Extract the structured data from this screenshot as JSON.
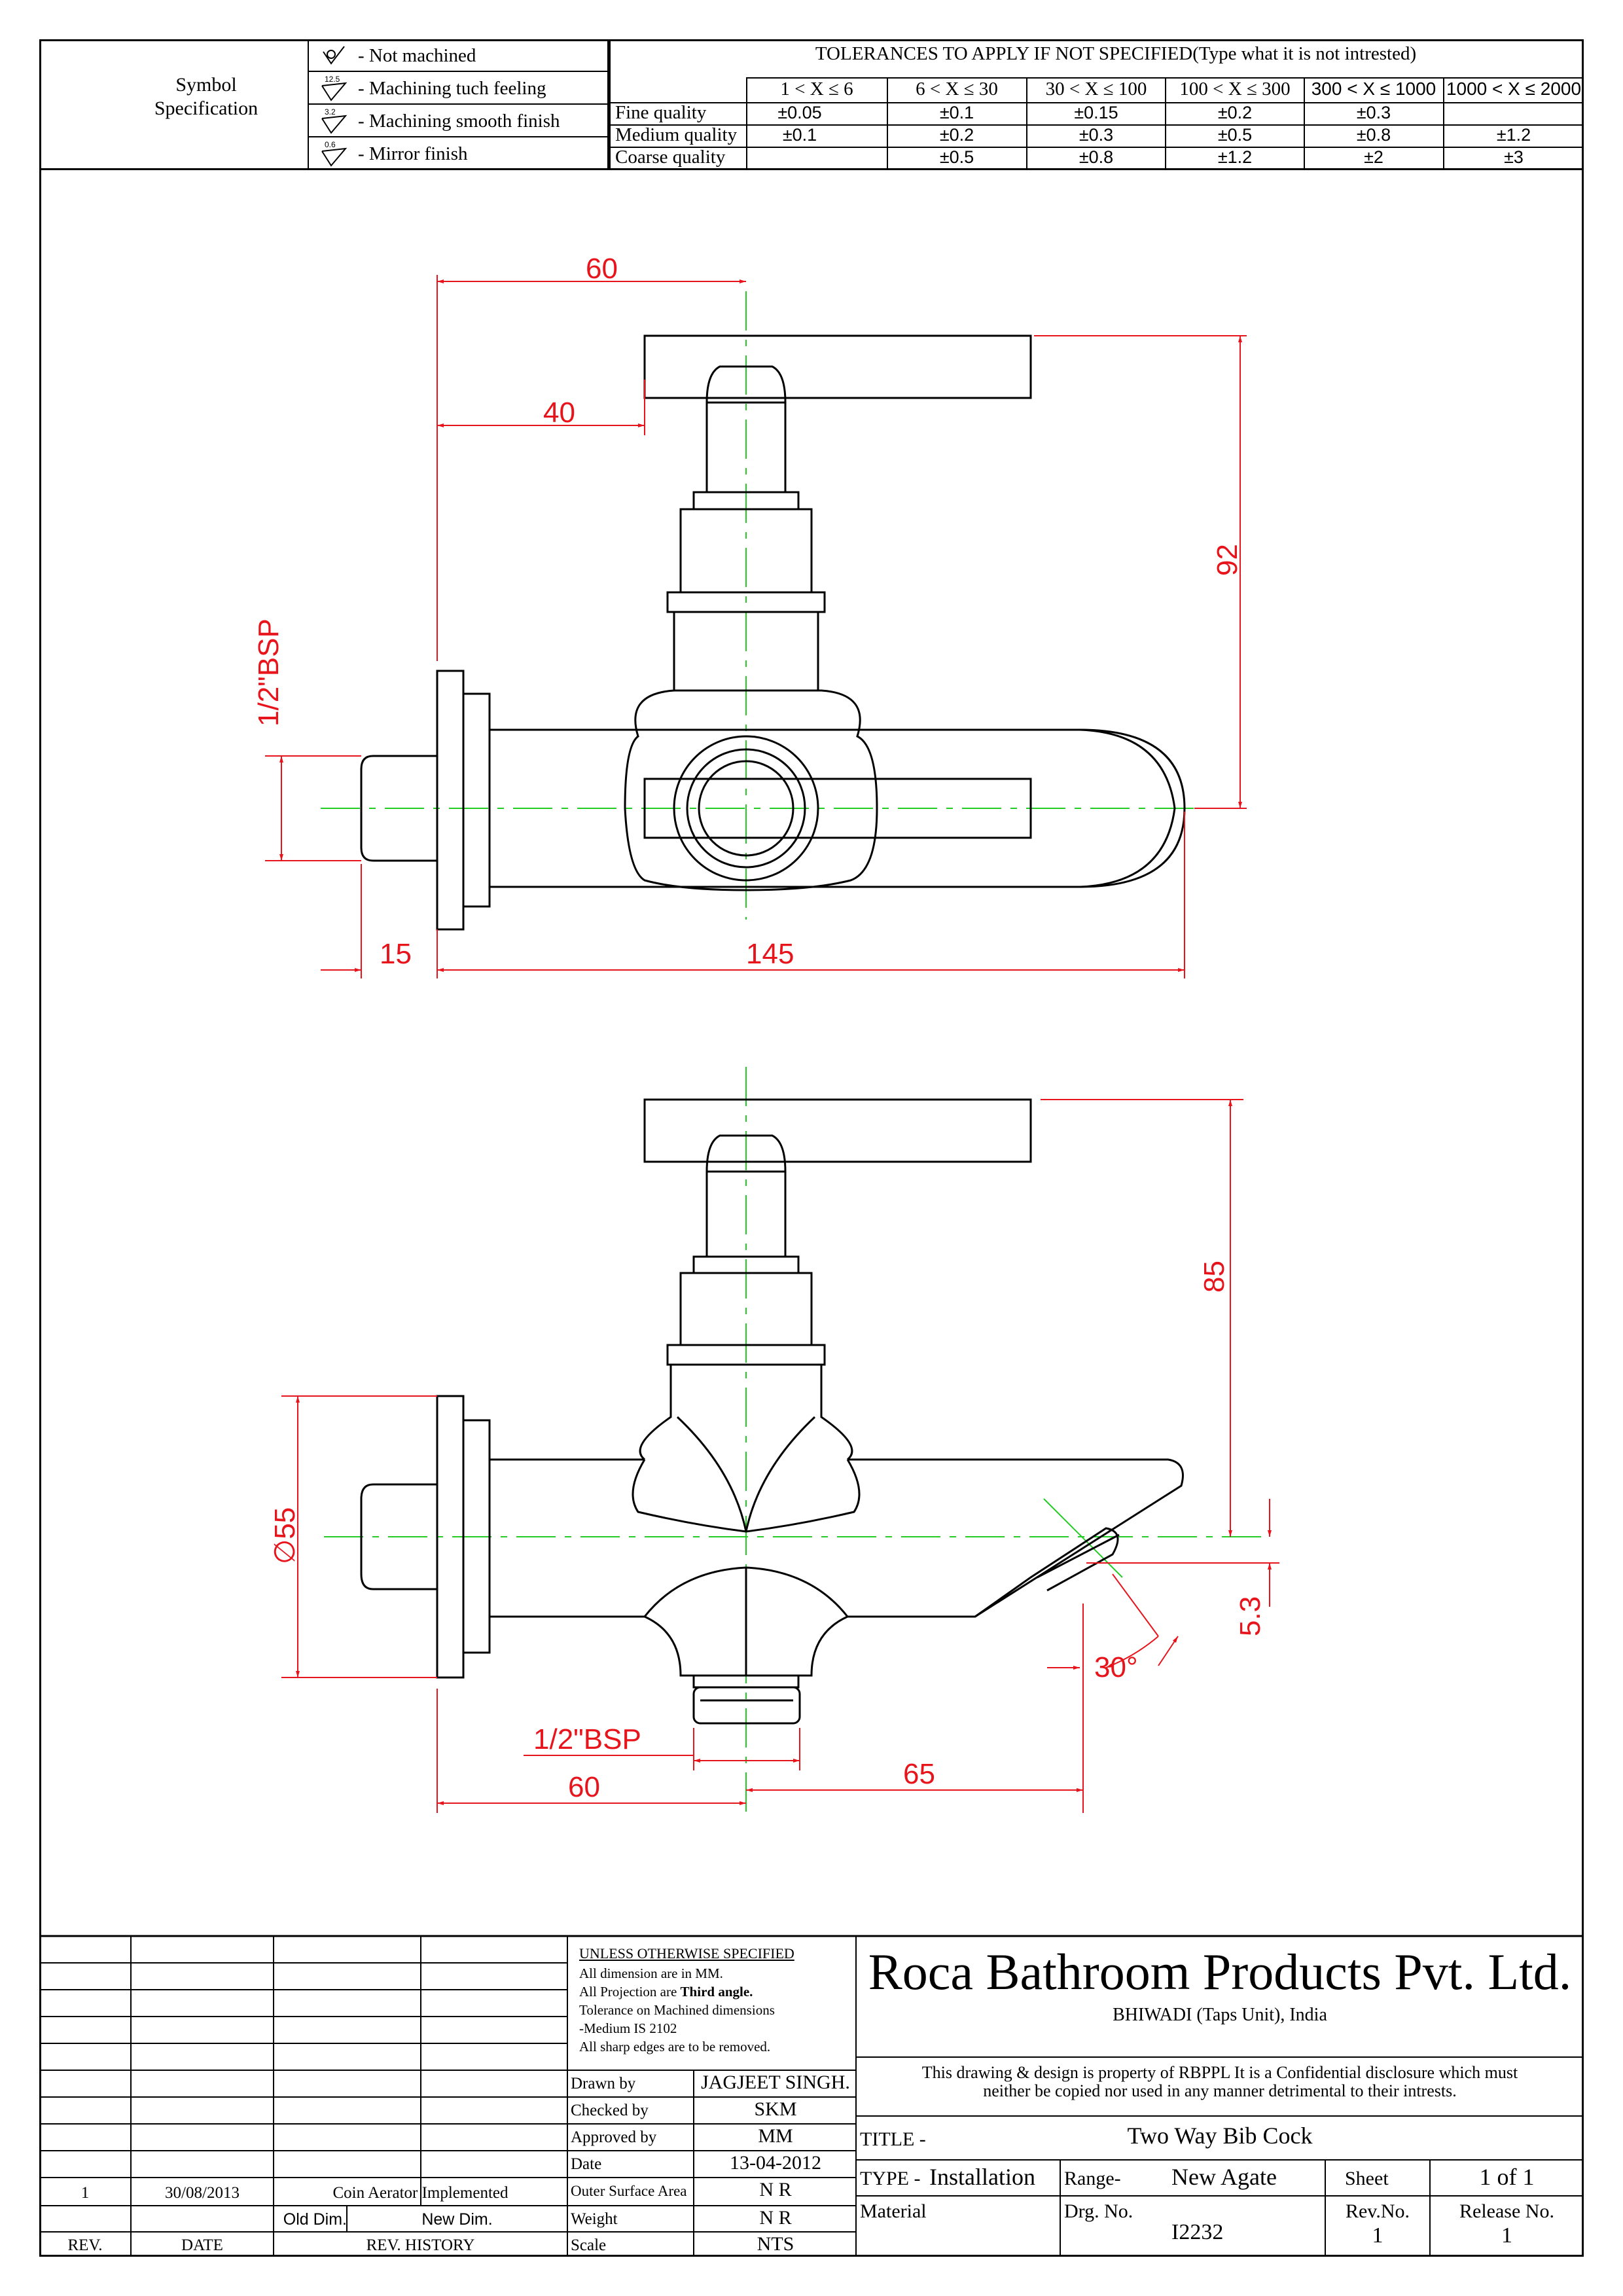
{
  "symbols": {
    "label_line1": "Symbol",
    "label_line2": "Specification",
    "items": [
      {
        "mark": "",
        "text": "- Not machined"
      },
      {
        "mark": "12.5",
        "text": "- Machining tuch feeling"
      },
      {
        "mark": "3.2",
        "text": "- Machining smooth finish"
      },
      {
        "mark": "0.6",
        "text": "- Mirror finish"
      }
    ]
  },
  "tolerances": {
    "title": "TOLERANCES TO APPLY IF NOT SPECIFIED(Type what it is not intrested)",
    "ranges": [
      "1 < X ≤ 6",
      "6 < X ≤ 30",
      "30 < X ≤ 100",
      "100 < X ≤ 300",
      "300 < X ≤ 1000",
      "1000 < X ≤ 2000"
    ],
    "rows": [
      {
        "label": "Fine quality",
        "values": [
          "±0.05",
          "±0.1",
          "±0.15",
          "±0.2",
          "±0.3",
          ""
        ]
      },
      {
        "label": "Medium quality",
        "values": [
          "±0.1",
          "±0.2",
          "±0.3",
          "±0.5",
          "±0.8",
          "±1.2"
        ]
      },
      {
        "label": "Coarse quality",
        "values": [
          "",
          "±0.5",
          "±0.8",
          "±1.2",
          "±2",
          "±3"
        ]
      }
    ]
  },
  "dimensions": {
    "top_view": {
      "d60": "60",
      "d40": "40",
      "d92": "92",
      "bsp": "1/2\"BSP",
      "d15": "15",
      "d145": "145"
    },
    "front_view": {
      "d85": "85",
      "dia55": "∅55",
      "d53": "5.3",
      "angle": "30°",
      "bsp": "1/2\"BSP",
      "d60": "60",
      "d65": "65"
    }
  },
  "title_block": {
    "notes": {
      "heading": "UNLESS OTHERWISE SPECIFIED",
      "line1": "All dimension are in MM.",
      "line2_prefix": "All Projection are ",
      "line2_bold": "Third angle.",
      "line3": "Tolerance on Machined dimensions",
      "line4": "-Medium IS 2102",
      "line5": "All sharp edges are to be removed."
    },
    "fields": [
      {
        "label": "Drawn by",
        "value": "JAGJEET SINGH."
      },
      {
        "label": "Checked by",
        "value": "SKM"
      },
      {
        "label": "Approved by",
        "value": "MM"
      },
      {
        "label": "Date",
        "value": "13-04-2012"
      },
      {
        "label": "Outer Surface Area",
        "value": "N R"
      },
      {
        "label": "Weight",
        "value": "N R"
      },
      {
        "label": "Scale",
        "value": "NTS"
      }
    ],
    "revision": {
      "rev": "1",
      "date": "30/08/2013",
      "description": "Coin Aerator Implemented",
      "old_dim": "Old Dim.",
      "new_dim": "New Dim.",
      "headers": {
        "rev": "REV.",
        "date": "DATE",
        "history": "REV. HISTORY"
      }
    },
    "company": "Roca Bathroom Products Pvt. Ltd.",
    "location": "BHIWADI (Taps Unit), India",
    "confidential_line1": "This drawing & design is property of RBPPL It is a Confidential disclosure which must",
    "confidential_line2": "neither be copied nor used in any manner detrimental to their intrests.",
    "title_label": "TITLE -",
    "title_value": "Two Way Bib Cock",
    "type_label": "TYPE -",
    "type_value": "Installation",
    "range_label": "Range-",
    "range_value": "New Agate",
    "sheet_label": "Sheet",
    "sheet_value": "1 of 1",
    "material_label": "Material",
    "drg_label": "Drg. No.",
    "drg_value": "I2232",
    "revno_label": "Rev.No.",
    "revno_value": "1",
    "release_label": "Release No.",
    "release_value": "1"
  },
  "colors": {
    "dimension": "#e8141c",
    "centerline": "#22cc22",
    "outline": "#000000"
  }
}
